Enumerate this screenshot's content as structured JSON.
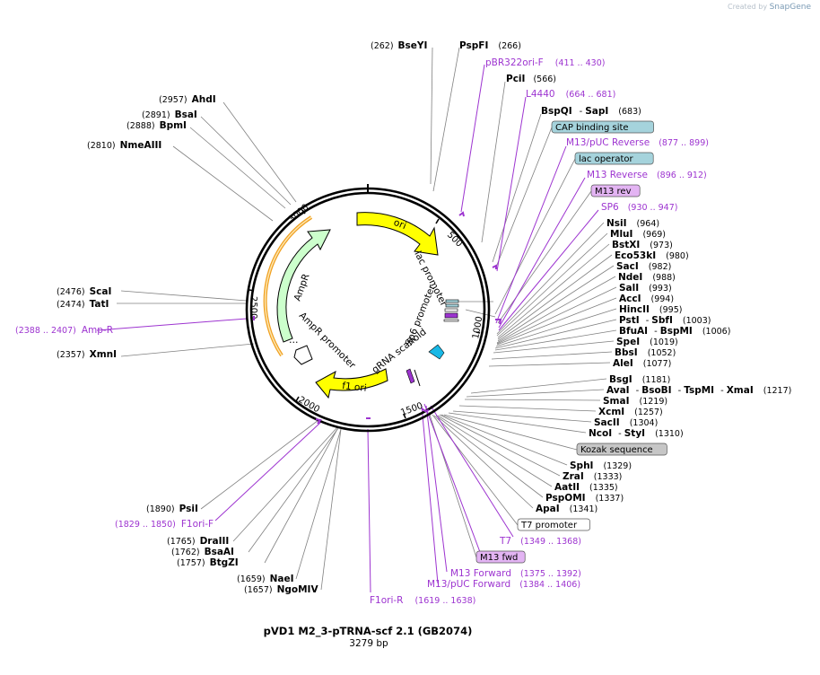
{
  "credit": {
    "prefix": "Created by",
    "brand": "SnapGene"
  },
  "title": "pVD1 M2_3-pTRNA-scf 2.1 (GB2074)",
  "length": "3279 bp",
  "ticks": [
    "500",
    "1000",
    "1500",
    "2000",
    "2500",
    "3000"
  ],
  "features": [
    {
      "name": "ori",
      "fill": "#ffff00"
    },
    {
      "name": "lac promoter",
      "fill": "#ffffff"
    },
    {
      "name": "Sp6 promoter",
      "fill": "#ffffff"
    },
    {
      "name": "gRNA scaffold",
      "fill": "#ffffff"
    },
    {
      "name": "f1 ori",
      "fill": "#ffff00"
    },
    {
      "name": "AmpR promoter",
      "fill": "#ffffff"
    },
    {
      "name": "AmpR",
      "fill": "#ccffcc"
    }
  ],
  "enzymes_left": [
    {
      "pos": "(2957)",
      "name": "AhdI"
    },
    {
      "pos": "(2891)",
      "name": "BsaI"
    },
    {
      "pos": "(2888)",
      "name": "BpmI"
    },
    {
      "pos": "(2810)",
      "name": "NmeAIII"
    },
    {
      "pos": "(2476)",
      "name": "ScaI"
    },
    {
      "pos": "(2474)",
      "name": "TatI"
    },
    {
      "pos": "(2357)",
      "name": "XmnI"
    },
    {
      "pos": "(1890)",
      "name": "PsiI"
    },
    {
      "pos": "(1765)",
      "name": "DraIII"
    },
    {
      "pos": "(1762)",
      "name": "BsaAI"
    },
    {
      "pos": "(1757)",
      "name": "BtgZI"
    },
    {
      "pos": "(1659)",
      "name": "NaeI"
    },
    {
      "pos": "(1657)",
      "name": "NgoMIV"
    }
  ],
  "primers_left": [
    {
      "name": "Amp-R",
      "range": "(2388 .. 2407)"
    },
    {
      "name": "F1ori-F",
      "range": "(1829 .. 1850)"
    },
    {
      "name": "F1ori-R",
      "range": "(1619 .. 1638)"
    }
  ],
  "top": {
    "bseyi": {
      "pos": "(262)",
      "name": "BseYI"
    },
    "pspfi": {
      "name": "PspFI",
      "pos": "(266)"
    },
    "pbr": {
      "name": "pBR322ori-F",
      "range": "(411 .. 430)"
    },
    "pcii": {
      "name": "PciI",
      "pos": "(566)"
    },
    "l4440": {
      "name": "L4440",
      "range": "(664 .. 681)"
    },
    "bspqi": {
      "name": "BspQI",
      "sep": "-",
      "name2": "SapI",
      "pos": "(683)"
    }
  },
  "right_items": [
    {
      "kind": "box",
      "text": "CAP binding site",
      "fill": "#a5d3dc"
    },
    {
      "kind": "primer",
      "name": "M13/pUC Reverse",
      "range": "(877 .. 899)"
    },
    {
      "kind": "box",
      "text": "lac operator",
      "fill": "#a5d3dc"
    },
    {
      "kind": "primer",
      "name": "M13 Reverse",
      "range": "(896 .. 912)"
    },
    {
      "kind": "box",
      "text": "M13 rev",
      "fill": "#e3b4f3"
    },
    {
      "kind": "primer",
      "name": "SP6",
      "range": "(930 .. 947)"
    },
    {
      "kind": "enz",
      "parts": [
        "NsiI"
      ],
      "pos": "(964)"
    },
    {
      "kind": "enz",
      "parts": [
        "MluI"
      ],
      "pos": "(969)"
    },
    {
      "kind": "enz",
      "parts": [
        "BstXI"
      ],
      "pos": "(973)"
    },
    {
      "kind": "enz",
      "parts": [
        "Eco53kI"
      ],
      "pos": "(980)"
    },
    {
      "kind": "enz",
      "parts": [
        "SacI"
      ],
      "pos": "(982)"
    },
    {
      "kind": "enz",
      "parts": [
        "NdeI"
      ],
      "pos": "(988)"
    },
    {
      "kind": "enz",
      "parts": [
        "SalI"
      ],
      "pos": "(993)"
    },
    {
      "kind": "enz",
      "parts": [
        "AccI"
      ],
      "pos": "(994)"
    },
    {
      "kind": "enz",
      "parts": [
        "HincII"
      ],
      "pos": "(995)"
    },
    {
      "kind": "enz",
      "parts": [
        "PstI",
        "SbfI"
      ],
      "pos": "(1003)"
    },
    {
      "kind": "enz",
      "parts": [
        "BfuAI",
        "BspMI"
      ],
      "pos": "(1006)"
    },
    {
      "kind": "enz",
      "parts": [
        "SpeI"
      ],
      "pos": "(1019)"
    },
    {
      "kind": "enz",
      "parts": [
        "BbsI"
      ],
      "pos": "(1052)"
    },
    {
      "kind": "enz",
      "parts": [
        "AleI"
      ],
      "pos": "(1077)"
    }
  ],
  "lower_items": [
    {
      "kind": "enz",
      "parts": [
        "BsgI"
      ],
      "pos": "(1181)"
    },
    {
      "kind": "enz",
      "parts": [
        "AvaI",
        "BsoBI",
        "TspMI",
        "XmaI"
      ],
      "pos": "(1217)"
    },
    {
      "kind": "enz",
      "parts": [
        "SmaI"
      ],
      "pos": "(1219)"
    },
    {
      "kind": "enz",
      "parts": [
        "XcmI"
      ],
      "pos": "(1257)"
    },
    {
      "kind": "enz",
      "parts": [
        "SacII"
      ],
      "pos": "(1304)"
    },
    {
      "kind": "enz",
      "parts": [
        "NcoI",
        "StyI"
      ],
      "pos": "(1310)"
    },
    {
      "kind": "box",
      "text": "Kozak sequence",
      "fill": "#c6c6c6"
    },
    {
      "kind": "enz",
      "parts": [
        "SphI"
      ],
      "pos": "(1329)"
    },
    {
      "kind": "enz",
      "parts": [
        "ZraI"
      ],
      "pos": "(1333)"
    },
    {
      "kind": "enz",
      "parts": [
        "AatII"
      ],
      "pos": "(1335)"
    },
    {
      "kind": "enz",
      "parts": [
        "PspOMI"
      ],
      "pos": "(1337)"
    },
    {
      "kind": "enz",
      "parts": [
        "ApaI"
      ],
      "pos": "(1341)"
    },
    {
      "kind": "box",
      "text": "T7 promoter",
      "fill": "#ffffff"
    },
    {
      "kind": "primer",
      "name": "T7",
      "range": "(1349 .. 1368)"
    },
    {
      "kind": "box",
      "text": "M13 fwd",
      "fill": "#e3b4f3"
    },
    {
      "kind": "primer",
      "name": "M13 Forward",
      "range": "(1375 .. 1392)"
    },
    {
      "kind": "primer",
      "name": "M13/pUC Forward",
      "range": "(1384 .. 1406)"
    }
  ],
  "colors": {
    "primer": "#9d34d0",
    "feature_stroke": "#000000",
    "amp_arc": "#f0a020"
  }
}
